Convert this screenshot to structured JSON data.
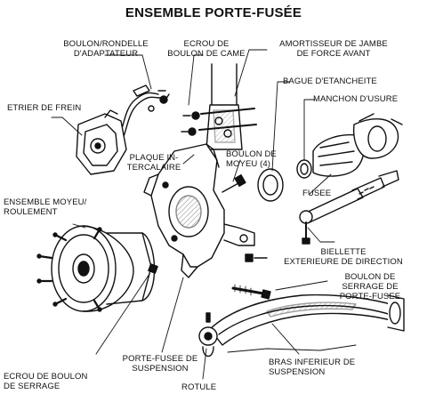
{
  "title": "ENSEMBLE PORTE-FUSÉE",
  "labels": {
    "boulon_rondelle": "BOULON/RONDELLE\nD'ADAPTATEUR",
    "ecrou_boulon_came": "ECROU DE\nBOULON DE CAME",
    "amortisseur": "AMORTISSEUR DE JAMBE\nDE FORCE AVANT",
    "bague_etancheite": "BAGUE D'ETANCHEITE",
    "manchon_usure": "MANCHON D'USURE",
    "etrier_frein": "ETRIER DE FREIN",
    "plaque_intercalaire": "PLAQUE IN-\nTERCALAIRE",
    "boulon_moyeu": "BOULON DE\nMOYEU (4)",
    "fusee": "FUSEE",
    "ensemble_moyeu": "ENSEMBLE MOYEU/\nROULEMENT",
    "biellette": "BIELLETTE\nEXTERIEURE DE DIRECTION",
    "boulon_serrage": "BOULON DE\nSERRAGE DE\nPORTE-FUSEE",
    "porte_fusee_suspension": "PORTE-FUSEE DE\nSUSPENSION",
    "ecrou_boulon_serrage": "ECROU DE BOULON\nDE SERRAGE",
    "bras_inferieur": "BRAS INFERIEUR DE\nSUSPENSION",
    "rotule": "ROTULE"
  },
  "colors": {
    "ink": "#111111",
    "paper": "#ffffff",
    "shade": "#555555"
  }
}
